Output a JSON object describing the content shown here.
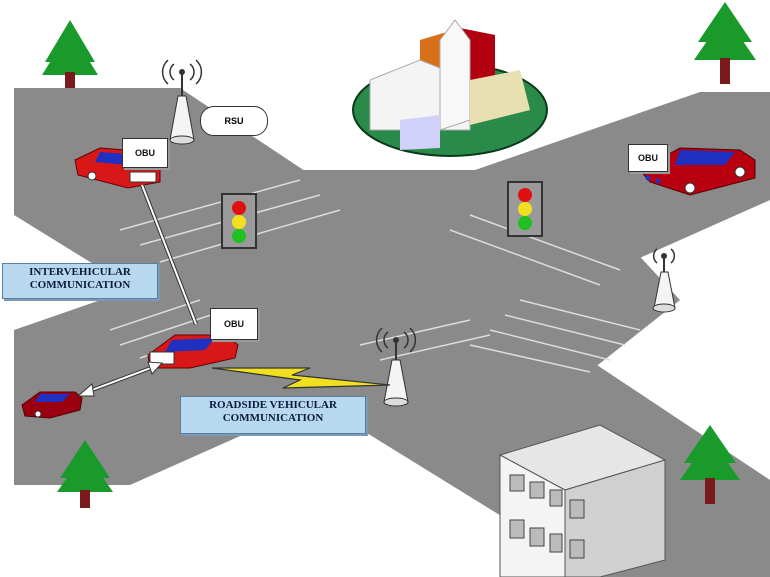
{
  "labels": {
    "intervehicular": "INTERVEHICULAR\nCOMMUNICATION",
    "intervehicular_line1": "INTERVEHICULAR",
    "intervehicular_line2": "COMMUNICATION",
    "roadside_line1": "ROADSIDE VEHICULAR",
    "roadside_line2": "COMMUNICATION",
    "rsu": "RSU",
    "obu": "OBU"
  },
  "colors": {
    "road": "#8a8a8a",
    "road_edge": "#6e6e6e",
    "label_bg": "#b8d8f0",
    "car_red": "#d81818",
    "car_blue": "#2030c0",
    "tree": "#1a9a2a",
    "trunk": "#7a1a1a",
    "lightning": "#f0e020"
  }
}
